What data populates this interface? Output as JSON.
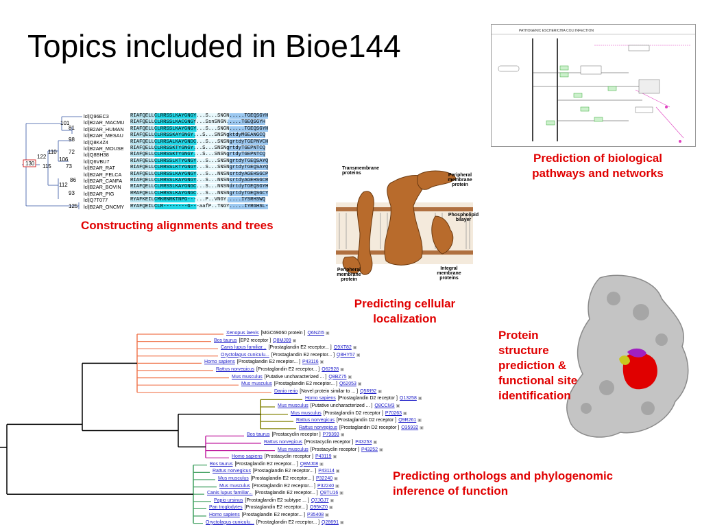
{
  "slide": {
    "title": "Topics included in Bioe144"
  },
  "captions": {
    "alignment": "Constructing alignments and trees",
    "pathways": "Prediction of biological pathways and networks",
    "localization": "Predicting cellular localization",
    "structure": "Protein structure prediction & functional site identification",
    "orthologs": "Predicting orthologs and phylogenomic inference of function"
  },
  "alignment_figure": {
    "node_labels": [
      "130",
      "122",
      "115",
      "110",
      "106",
      "101",
      "98",
      "81",
      "72",
      "73",
      "86",
      "112",
      "93",
      "125"
    ],
    "rows": [
      {
        "id": "lcl|Q96EC3",
        "seq": "RIAFQELLCLRRSSLKAYGNGY...S...SNGN.....TGEQSGYH"
      },
      {
        "id": "lcl|B2AR_MACMU",
        "seq": "RIAFQELLCLRRSSLKACGNGY...SsnSNGN.....TGEQSGYH"
      },
      {
        "id": "lcl|B2AR_HUMAN",
        "seq": "RIAFQELLCLRRSSLKAYGNGY...S...SNGN.....TGEQSGYH"
      },
      {
        "id": "lcl|B2AR_MESAU",
        "seq": "RIAFQELLCLRRSSKAYGNGY...S...SNSNgktdyMGEANGCQ"
      },
      {
        "id": "lcl|Q8K4Z4",
        "seq": "RIAFQELLCLRRSALKAYGNDC...S...SNSNgrtdyTGEPNVCH"
      },
      {
        "id": "lcl|B2AR_MOUSE",
        "seq": "RIAFQELLCLRRSSKTYGNGY...S...SNSNgrtdyTGEPNTCQ"
      },
      {
        "id": "lcl|Q8BH38",
        "seq": "RIAFQELLCLRRSSKTYGNGY...S...SNSNgrtdyTGEPNTCQ"
      },
      {
        "id": "lcl|Q6VBU7",
        "seq": "RIAFQELLCLRRSSLKTYGNGY...S...SNSNgrtdyTGEQSAYQ"
      },
      {
        "id": "lcl|B2AR_RAT",
        "seq": "RIAFQELLCLRRSSLKTYGNGY...S...SNSNgrtdyTGEQSAYQ"
      },
      {
        "id": "lcl|B2AR_FELCA",
        "seq": "RIAFQELLCLRRSSLKAYGNGY...S...NNSNsrtdyAGEHSGCP"
      },
      {
        "id": "lcl|B2AR_CANFA",
        "seq": "RIAFQELLCLRRSSLKAYGNGY...S...NNSNsrtdyAGEHSGCR"
      },
      {
        "id": "lcl|B2AR_BOVIN",
        "seq": "RIAFQELLCLRRSSLKAYGNGC...S...NNSNdrtdyTGEQSGYH"
      },
      {
        "id": "lcl|B2AR_PIG",
        "seq": "RMAFQELLCLHRSSLKAYGNGC...S...NNSNgrtdyTGEQSGCY"
      },
      {
        "id": "lcl|Q7T077",
        "seq": "RYAFKEILCMKRNRKTNPG---...P..VNGY.....IYSRHSWQ"
      },
      {
        "id": "lcl|B2AR_ONCMY",
        "seq": "RYAFQEILCLR--------G---aafP..TNGY.....IYRGHSL-"
      }
    ]
  },
  "pathway_figure": {
    "header": "PATHOGENIC ESCHERICHIA COLI INFECTION"
  },
  "membrane_figure": {
    "labels": {
      "transmembrane": "Transmembrane proteins",
      "peripheral_top": "Peripheral membrane protein",
      "phospholipid": "Phospholipid bilayer",
      "peripheral_bottom": "Peripheral membrane protein",
      "integral": "Integral membrane proteins"
    }
  },
  "ortholog_tree": {
    "clades": [
      {
        "color": "#f07850",
        "leaves": [
          {
            "species": "Xenopus laevis",
            "desc": "[MGC69060 protein ]",
            "acc": "Q6NZI5"
          },
          {
            "species": "Bos taurus",
            "desc": "[EP2 receptor ]",
            "acc": "Q8MJ09"
          },
          {
            "species": "Canis lupus familiar...",
            "desc": "[Prostaglandin E2 receptor... ]",
            "acc": "Q9XT82"
          },
          {
            "species": "Oryctolagus cuniculu...",
            "desc": "[Prostaglandin E2 receptor... ]",
            "acc": "Q8HY57"
          },
          {
            "species": "Homo sapiens",
            "desc": "[Prostaglandin E2 receptor... ]",
            "acc": "P43116"
          },
          {
            "species": "Rattus norvegicus",
            "desc": "[Prostaglandin E2 receptor... ]",
            "acc": "Q62928"
          },
          {
            "species": "Mus musculus",
            "desc": "[Putative uncharacterized ... ]",
            "acc": "Q8BZ75"
          },
          {
            "species": "Mus musculus",
            "desc": "[Prostaglandin E2 receptor... ]",
            "acc": "Q62053"
          },
          {
            "species": "Danio rerio",
            "desc": "[Novel protein similar to ... ]",
            "acc": "Q5RI92"
          }
        ]
      },
      {
        "color": "#808000",
        "leaves": [
          {
            "species": "Homo sapiens",
            "desc": "[Prostaglandin D2 receptor ]",
            "acc": "Q13258"
          },
          {
            "species": "Mus musculus",
            "desc": "[Putative uncharacterized ... ]",
            "acc": "Q8CCM3"
          },
          {
            "species": "Mus musculus",
            "desc": "[Prostaglandin D2 receptor ]",
            "acc": "P70263"
          },
          {
            "species": "Rattus norvegicus",
            "desc": "[Prostaglandin D2 receptor ]",
            "acc": "Q9R261"
          },
          {
            "species": "Rattus norvegicus",
            "desc": "[Prostaglandin D2 receptor ]",
            "acc": "O35932"
          }
        ]
      },
      {
        "color": "#c020a0",
        "leaves": [
          {
            "species": "Bos taurus",
            "desc": "[Prostacyclin receptor ]",
            "acc": "P79393"
          },
          {
            "species": "Rattus norvegicus",
            "desc": "[Prostacyclin receptor ]",
            "acc": "P43253"
          },
          {
            "species": "Mus musculus",
            "desc": "[Prostacyclin receptor ]",
            "acc": "P43252"
          },
          {
            "species": "Homo sapiens",
            "desc": "[Prostacyclin receptor ]",
            "acc": "P43119"
          }
        ]
      },
      {
        "color": "#40a060",
        "leaves": [
          {
            "species": "Bos taurus",
            "desc": "[Prostaglandin E2 receptor... ]",
            "acc": "Q8MJ08"
          },
          {
            "species": "Rattus norvegicus",
            "desc": "[Prostaglandin E2 receptor... ]",
            "acc": "P43114"
          },
          {
            "species": "Mus musculus",
            "desc": "[Prostaglandin E2 receptor... ]",
            "acc": "P32240"
          },
          {
            "species": "Mus musculus",
            "desc": "[Prostaglandin E2 receptor... ]",
            "acc": "P32240"
          },
          {
            "species": "Canis lupus familiar...",
            "desc": "[Prostaglandin E2 receptor... ]",
            "acc": "Q9TU16"
          },
          {
            "species": "Papio ursinus",
            "desc": "[Prostaglandin E2 subtype ... ]",
            "acc": "Q7JGJ7"
          },
          {
            "species": "Pan troglodytes",
            "desc": "[Prostaglandin E2 receptor... ]",
            "acc": "Q95KZ0"
          },
          {
            "species": "Homo sapiens",
            "desc": "[Prostaglandin E2 receptor... ]",
            "acc": "P35408"
          },
          {
            "species": "Oryctolagus cuniculu...",
            "desc": "[Prostaglandin E2 receptor... ]",
            "acc": "Q28691"
          }
        ]
      }
    ]
  }
}
